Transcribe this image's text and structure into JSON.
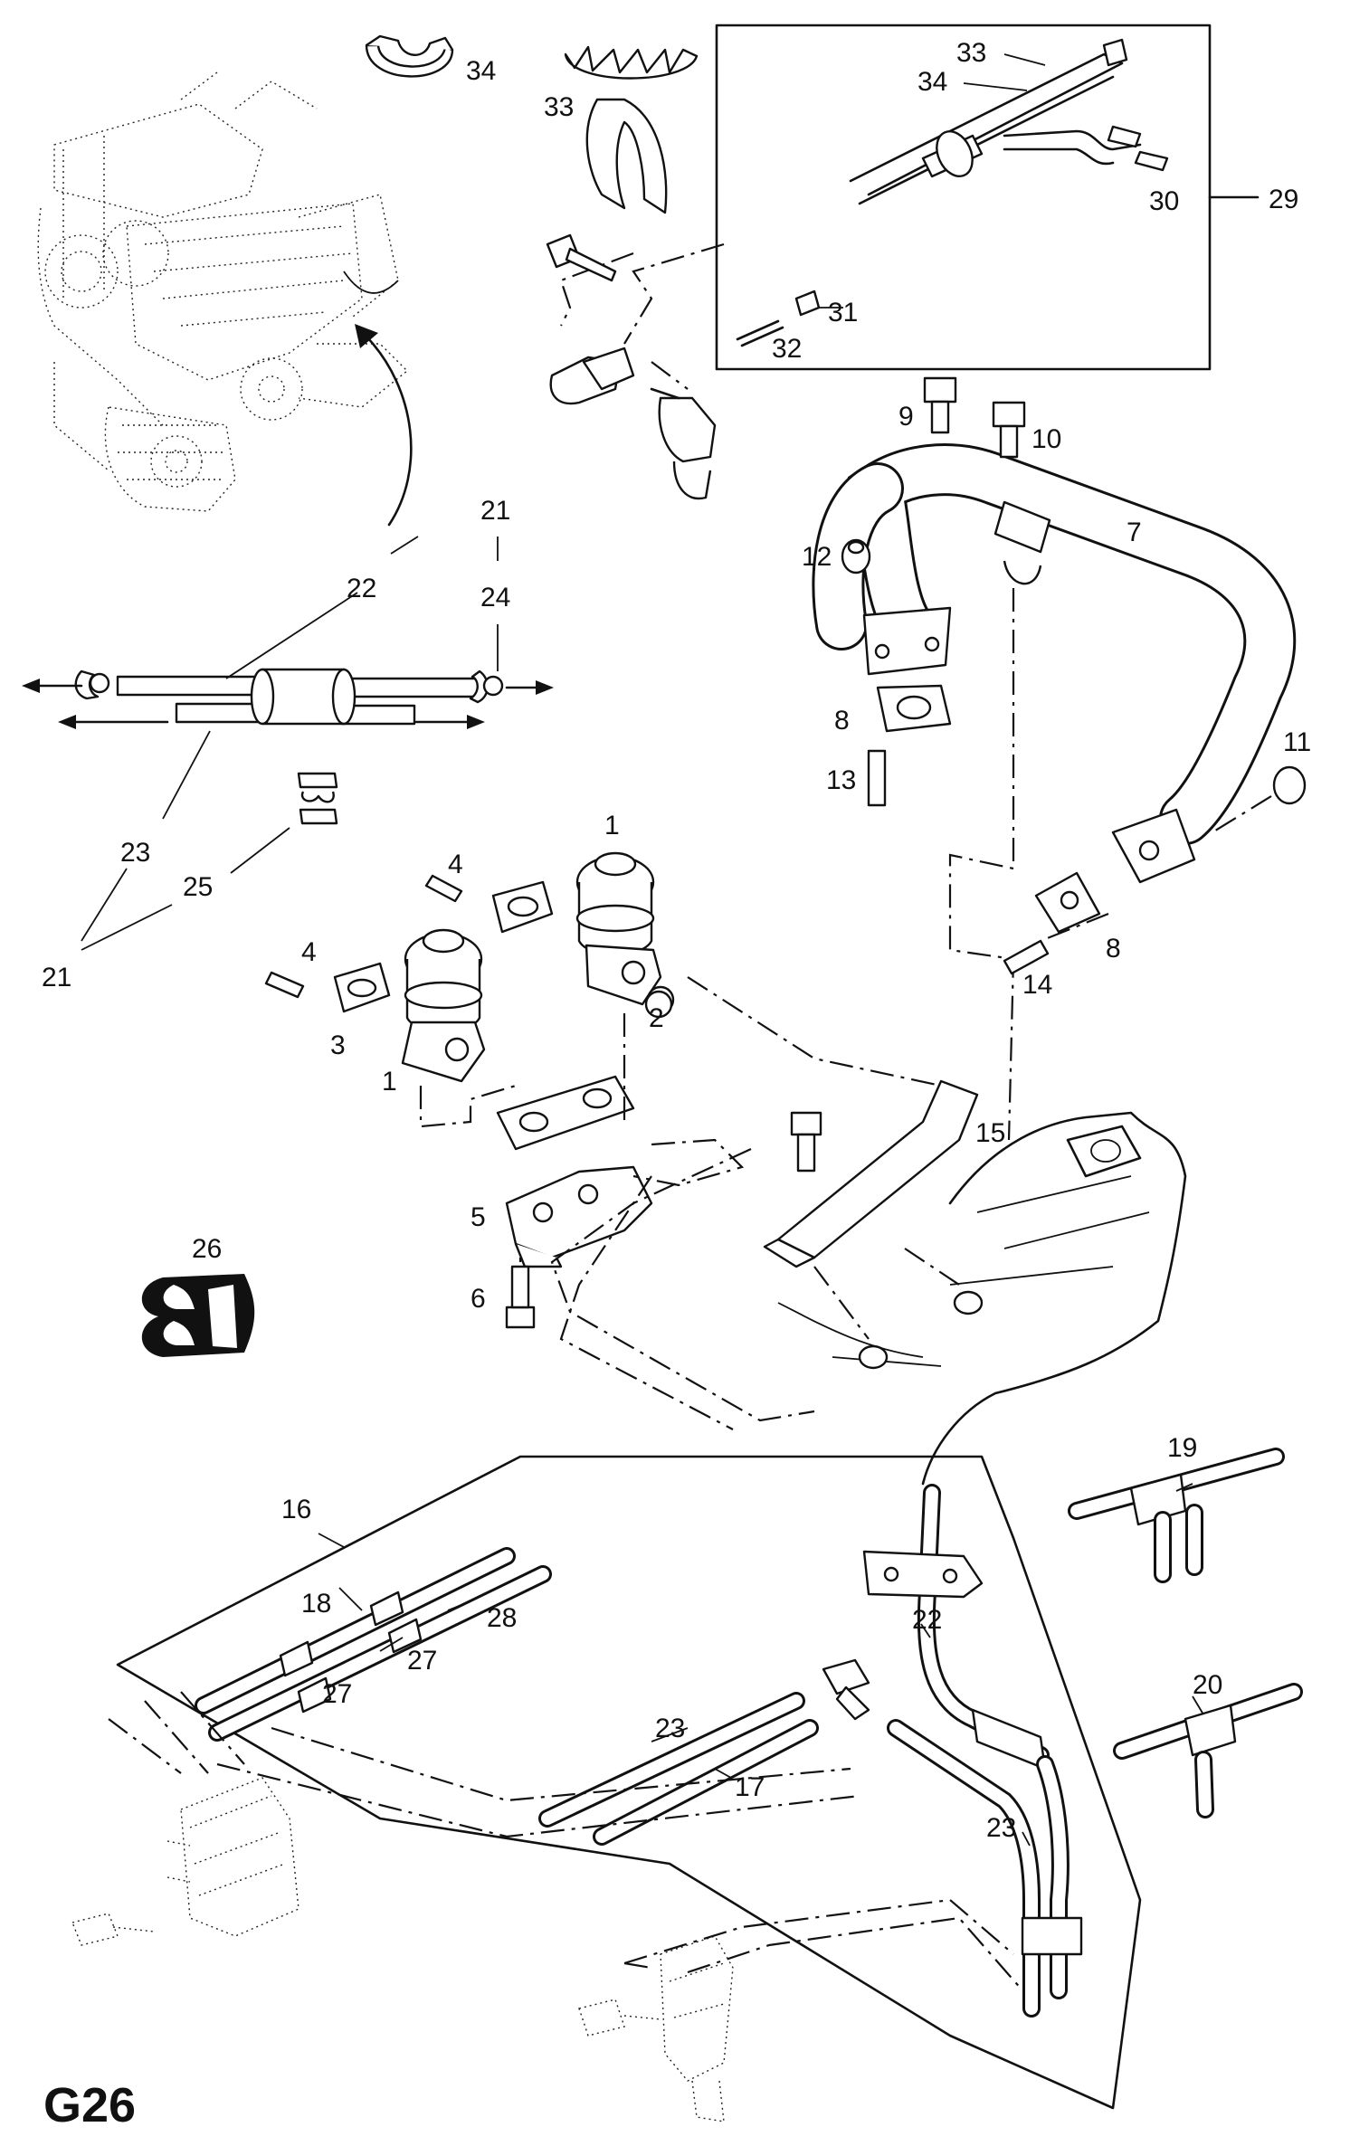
{
  "sheet_code": "G26",
  "callouts": [
    {
      "id": "c34a",
      "text": "34"
    },
    {
      "id": "c33a",
      "text": "33"
    },
    {
      "id": "c33b",
      "text": "33"
    },
    {
      "id": "c34b",
      "text": "34"
    },
    {
      "id": "c29",
      "text": "29"
    },
    {
      "id": "c30",
      "text": "30"
    },
    {
      "id": "c31",
      "text": "31"
    },
    {
      "id": "c32",
      "text": "32"
    },
    {
      "id": "c9",
      "text": "9"
    },
    {
      "id": "c10",
      "text": "10"
    },
    {
      "id": "c7",
      "text": "7"
    },
    {
      "id": "c12",
      "text": "12"
    },
    {
      "id": "c8a",
      "text": "8"
    },
    {
      "id": "c13",
      "text": "13"
    },
    {
      "id": "c11",
      "text": "11"
    },
    {
      "id": "c8b",
      "text": "8"
    },
    {
      "id": "c14",
      "text": "14"
    },
    {
      "id": "c21a",
      "text": "21"
    },
    {
      "id": "c22a",
      "text": "22"
    },
    {
      "id": "c24",
      "text": "24"
    },
    {
      "id": "c23a",
      "text": "23"
    },
    {
      "id": "c25",
      "text": "25"
    },
    {
      "id": "c21b",
      "text": "21"
    },
    {
      "id": "c1a",
      "text": "1"
    },
    {
      "id": "c4a",
      "text": "4"
    },
    {
      "id": "c4b",
      "text": "4"
    },
    {
      "id": "c3",
      "text": "3"
    },
    {
      "id": "c2",
      "text": "2"
    },
    {
      "id": "c1b",
      "text": "1"
    },
    {
      "id": "c15",
      "text": "15"
    },
    {
      "id": "c5",
      "text": "5"
    },
    {
      "id": "c6",
      "text": "6"
    },
    {
      "id": "c26",
      "text": "26"
    },
    {
      "id": "c19",
      "text": "19"
    },
    {
      "id": "c16",
      "text": "16"
    },
    {
      "id": "c18",
      "text": "18"
    },
    {
      "id": "c28",
      "text": "28"
    },
    {
      "id": "c27a",
      "text": "27"
    },
    {
      "id": "c27b",
      "text": "27"
    },
    {
      "id": "c22b",
      "text": "22"
    },
    {
      "id": "c20",
      "text": "20"
    },
    {
      "id": "c23b",
      "text": "23"
    },
    {
      "id": "c17",
      "text": "17"
    },
    {
      "id": "c23c",
      "text": "23"
    }
  ]
}
